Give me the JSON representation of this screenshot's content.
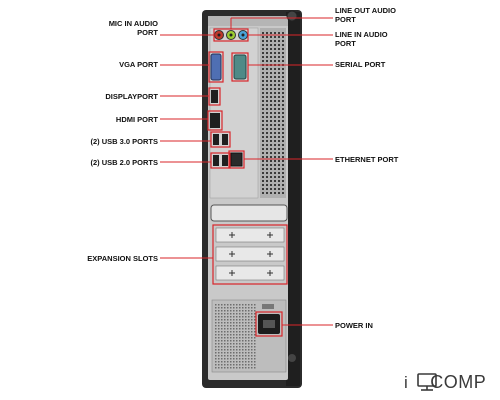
{
  "labels": {
    "mic_in": "MIC IN AUDIO\nPORT",
    "vga": "VGA PORT",
    "displayport": "DISPLAYPORT",
    "hdmi": "HDMI PORT",
    "usb3": "(2) USB 3.0 PORTS",
    "usb2": "(2) USB 2.0 PORTS",
    "expansion": "EXPANSION SLOTS",
    "line_out": "LINE OUT AUDIO\nPORT",
    "line_in": "LINE IN AUDIO\nPORT",
    "serial": "SERIAL PORT",
    "ethernet": "ETHERNET PORT",
    "power": "POWER IN"
  },
  "brand": {
    "prefix": "i",
    "name": "COMP"
  },
  "colors": {
    "callout_line": "#d9252a",
    "callout_box": "#d9252a",
    "chassis": "#2b2b2b",
    "panel": "#c9c9c9",
    "mic_jack": "#c0392b",
    "line_out_jack": "#9acd32",
    "line_in_jack": "#4aa3d8",
    "vga": "#4f6fb3",
    "serial": "#4f8a87"
  }
}
